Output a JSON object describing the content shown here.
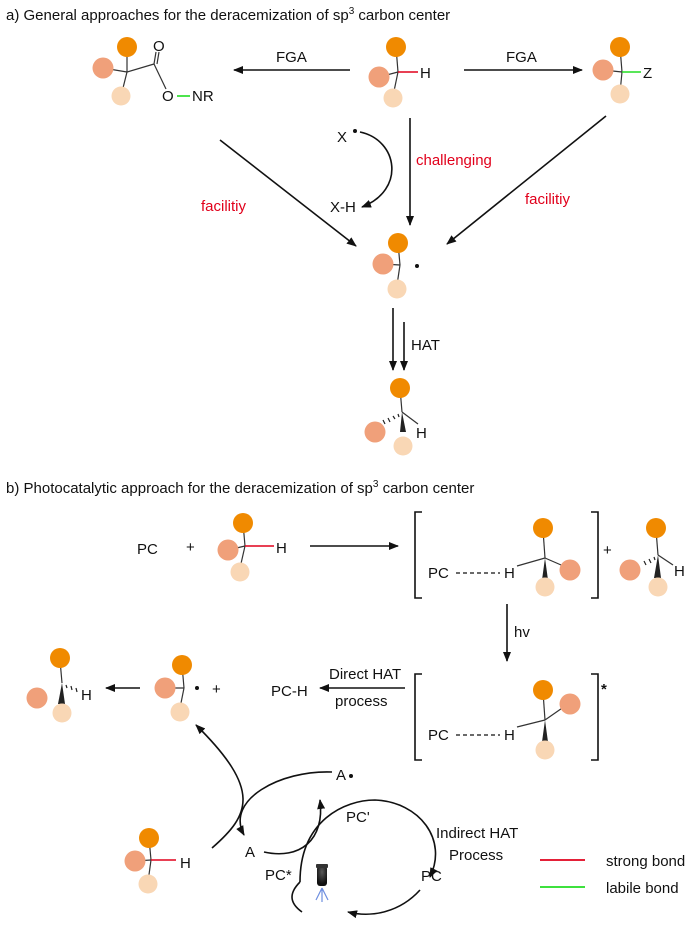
{
  "section_a": {
    "title": "a) General approaches for the deracemization of sp",
    "title_sup": "3",
    "title_tail": " carbon center",
    "fga_left": "FGA",
    "fga_right": "FGA",
    "ester_o_top": "O",
    "ester_o": "O",
    "ester_nr": "NR",
    "h_label": "H",
    "z_label": "Z",
    "x_radical": "X",
    "challenging": "challenging",
    "xh": "X-H",
    "facility_left": "facilitiy",
    "facility_right": "facilitiy",
    "hat": "HAT",
    "h_product": "H"
  },
  "section_b": {
    "title": "b) Photocatalytic approach for the deracemization of sp",
    "title_sup": "3",
    "title_tail": " carbon center",
    "pc": "PC",
    "plus1": "+",
    "h_sub": "H",
    "complex_pc": "PC",
    "complex_h": "H",
    "plus2": "+",
    "h_right": "H",
    "hv": "hv",
    "excited_mark": "*",
    "complex2_pc": "PC",
    "complex2_h": "H",
    "direct_hat_line1": "Direct HAT",
    "direct_hat_line2": "process",
    "pch": "PC-H",
    "plus3": "+",
    "h_final": "H",
    "a_radical": "A",
    "a_plain": "A",
    "pc_prime": "PC'",
    "pc_star": "PC*",
    "pc_cycle": "PC",
    "h_cycle": "H",
    "indirect_line1": "Indirect HAT",
    "indirect_line2": "Process"
  },
  "legend": {
    "strong_label": "strong bond",
    "labile_label": "labile bond",
    "strong_color": "#e1001b",
    "labile_color": "#22dd22"
  },
  "colors": {
    "orange": "#f08a00",
    "salmon": "#f0a07a",
    "peach": "#f9d7b5",
    "text_red": "#e1001b"
  }
}
